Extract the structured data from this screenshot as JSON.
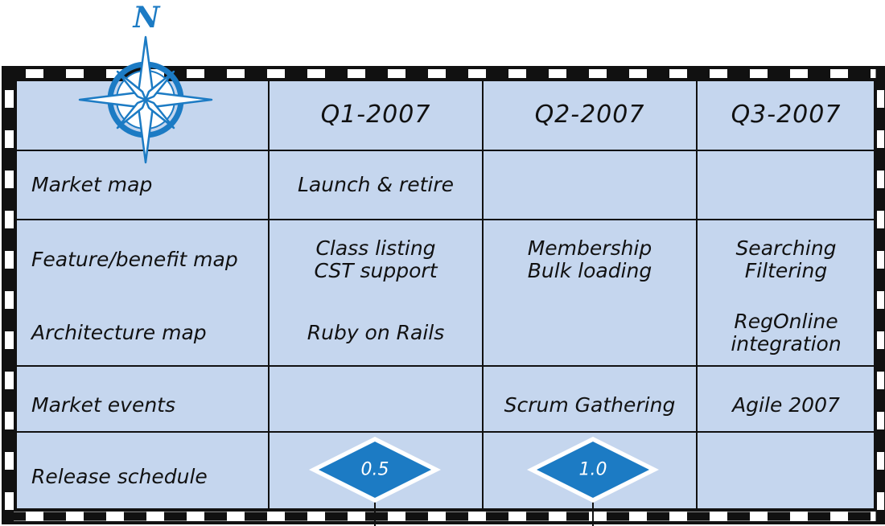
{
  "compass": {
    "north_label": "N",
    "accent": "#1c7bc4"
  },
  "colors": {
    "grid_bg": "#c5d6ee",
    "line": "#111111",
    "diamond": "#1c7bc4"
  },
  "columns": [
    "Q1-2007",
    "Q2-2007",
    "Q3-2007"
  ],
  "rows": {
    "market_map": {
      "label": "Market map",
      "cells": [
        "Launch & retire",
        "",
        ""
      ]
    },
    "feature_map": {
      "label": "Feature/benefit map",
      "cells": [
        [
          "Class listing",
          "CST support"
        ],
        [
          "Membership",
          "Bulk loading"
        ],
        [
          "Searching",
          "Filtering"
        ]
      ]
    },
    "architecture_map": {
      "label": "Architecture map",
      "cells": [
        [
          "Ruby on Rails"
        ],
        [],
        [
          "RegOnline",
          "integration"
        ]
      ]
    },
    "market_events": {
      "label": "Market events",
      "cells": [
        "",
        "Scrum Gathering",
        "Agile 2007"
      ]
    },
    "release_schedule": {
      "label": "Release schedule",
      "releases": [
        "0.5",
        "1.0",
        ""
      ]
    }
  }
}
